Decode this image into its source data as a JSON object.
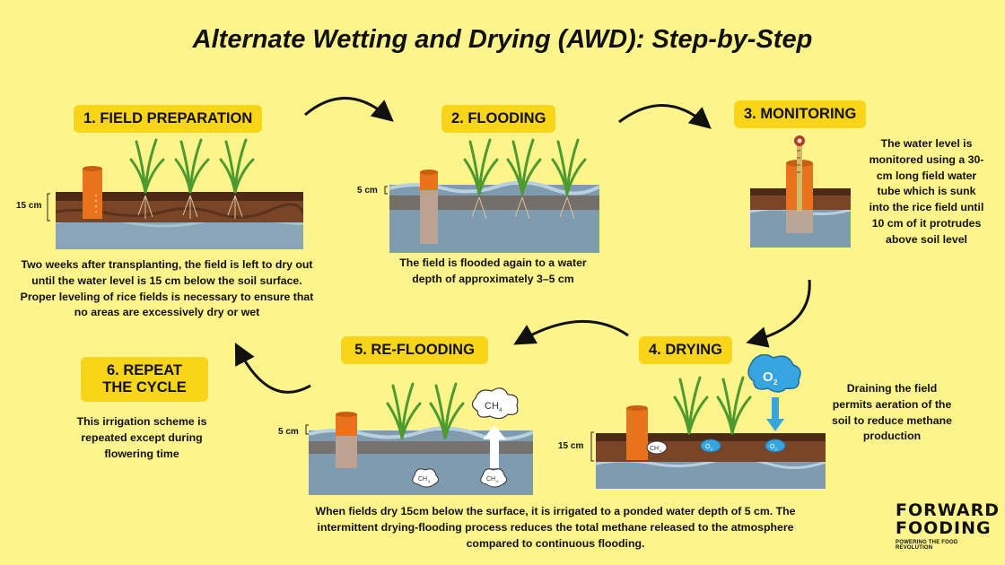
{
  "title": "Alternate Wetting and Drying (AWD): Step-by-Step",
  "steps": [
    {
      "label": "1. FIELD PREPARATION",
      "depth": "15 cm",
      "desc": "Two weeks after transplanting, the field is left to dry out until the water level is 15 cm below the soil surface. Proper leveling of rice fields is necessary to ensure that no areas are excessively dry or wet"
    },
    {
      "label": "2. FLOODING",
      "depth": "5 cm",
      "desc": "The field is flooded again to a water depth of approximately 3–5 cm"
    },
    {
      "label": "3. MONITORING",
      "desc": "The water level is monitored using a 30-cm long field water tube which is sunk into the rice field until 10 cm of it protrudes above soil level"
    },
    {
      "label": "4.  DRYING",
      "depth": "15 cm",
      "desc": "Draining the field permits aeration of the soil to reduce methane production"
    },
    {
      "label": "5.  RE-FLOODING",
      "depth": "5 cm",
      "desc": "When fields dry 15cm below the surface, it is irrigated to a ponded water depth of 5 cm. The intermittent drying-flooding process reduces the total methane released to the atmosphere compared to continuous flooding."
    },
    {
      "label": "6.  REPEAT THE CYCLE",
      "desc": "This irrigation scheme is repeated except during flowering time"
    }
  ],
  "gas_labels": {
    "methane": "CH",
    "methane_sub": "4",
    "oxygen": "O",
    "oxygen_sub": "2"
  },
  "logo": {
    "line1": "FORWARD",
    "line2": "FOODING",
    "tagline": "POWERING THE FOOD REVOLUTION"
  },
  "colors": {
    "background": "#fdf48c",
    "label_bg": "#f9d51a",
    "water": "#7e9bb0",
    "soil": "#6e3f22",
    "tube": "#e8731c",
    "oxygen": "#37a5e0"
  }
}
